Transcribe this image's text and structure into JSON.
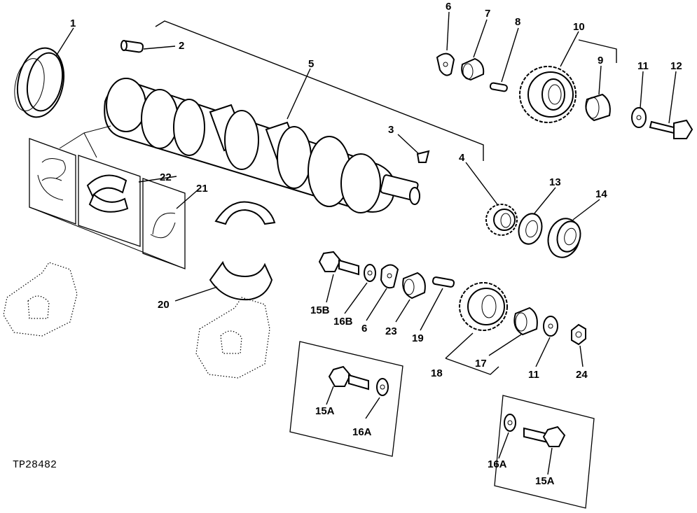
{
  "figure_ref": "TP28482",
  "callouts": {
    "c1": "1",
    "c2": "2",
    "c3": "3",
    "c4": "4",
    "c5": "5",
    "c6a": "6",
    "c7": "7",
    "c8": "8",
    "c9": "9",
    "c10": "10",
    "c11a": "11",
    "c12": "12",
    "c13": "13",
    "c14": "14",
    "c15B": "15B",
    "c16B": "16B",
    "c6b": "6",
    "c23": "23",
    "c19": "19",
    "c18": "18",
    "c17": "17",
    "c11b": "11",
    "c24": "24",
    "c15A1": "15A",
    "c16A1": "16A",
    "c16A2": "16A",
    "c15A2": "15A",
    "c20": "20",
    "c21": "21",
    "c22": "22"
  }
}
